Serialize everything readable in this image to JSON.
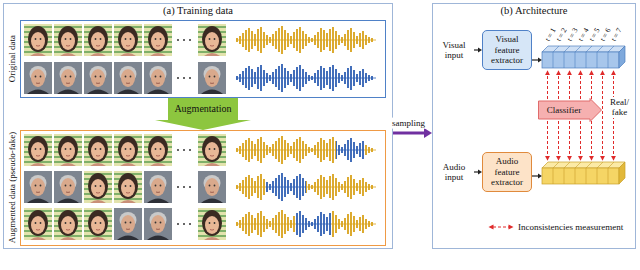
{
  "diagram": {
    "nodes": [
      {
        "text": [
          "(a) Training data"
        ]
      },
      {
        "text": [
          "Original data"
        ],
        "in": 0
      },
      {
        "text": [
          "Augmented data (pseudo-fake)"
        ],
        "in": 0
      },
      {
        "text": [
          "(b) Architecture"
        ]
      },
      {
        "text": [
          "Visual feature extractor"
        ],
        "in": 3
      },
      {
        "text": [
          "Audio feature extractor"
        ],
        "in": 3
      },
      {
        "text": [
          "Classifier"
        ],
        "in": 3
      }
    ],
    "edges": [
      {
        "from": 1,
        "to": 2,
        "arrow": "to",
        "label": "Augmentation"
      },
      {
        "from": 0,
        "to": 3,
        "arrow": "to",
        "label": "sampling"
      }
    ],
    "labels": [
      "Visual input",
      "Audio input",
      "t = 1",
      "t = 2",
      "t = 3",
      "t = 4",
      "t = 5",
      "t = 6",
      "t = 7",
      "Real/ fake"
    ],
    "legend": [
      {
        "text": "Inconsistencies measurement"
      }
    ]
  }
}
